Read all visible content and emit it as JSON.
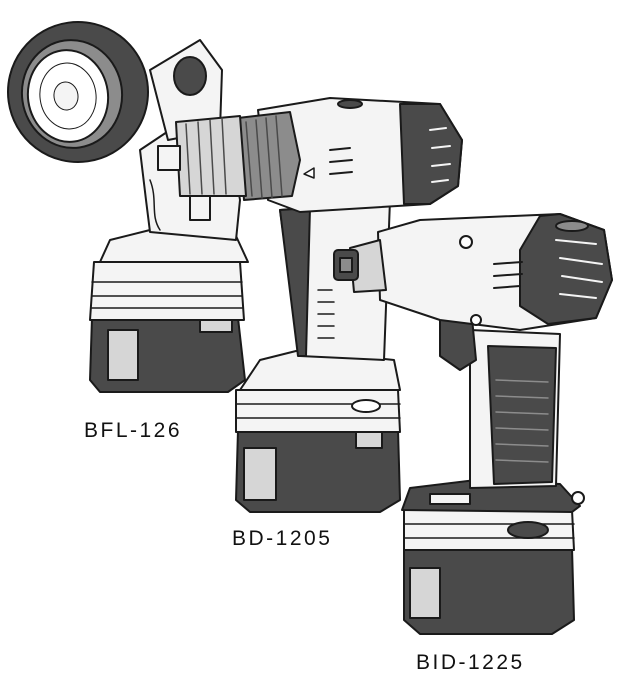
{
  "labels": {
    "flashlight": "BFL-126",
    "drill": "BD-1205",
    "impact_driver": "BID-1225"
  },
  "colors": {
    "line": "#1a1a1a",
    "dark_body": "#4a4a4a",
    "mid_gray": "#8c8c8c",
    "light_gray": "#d6d6d6",
    "white_body": "#f4f4f4"
  }
}
